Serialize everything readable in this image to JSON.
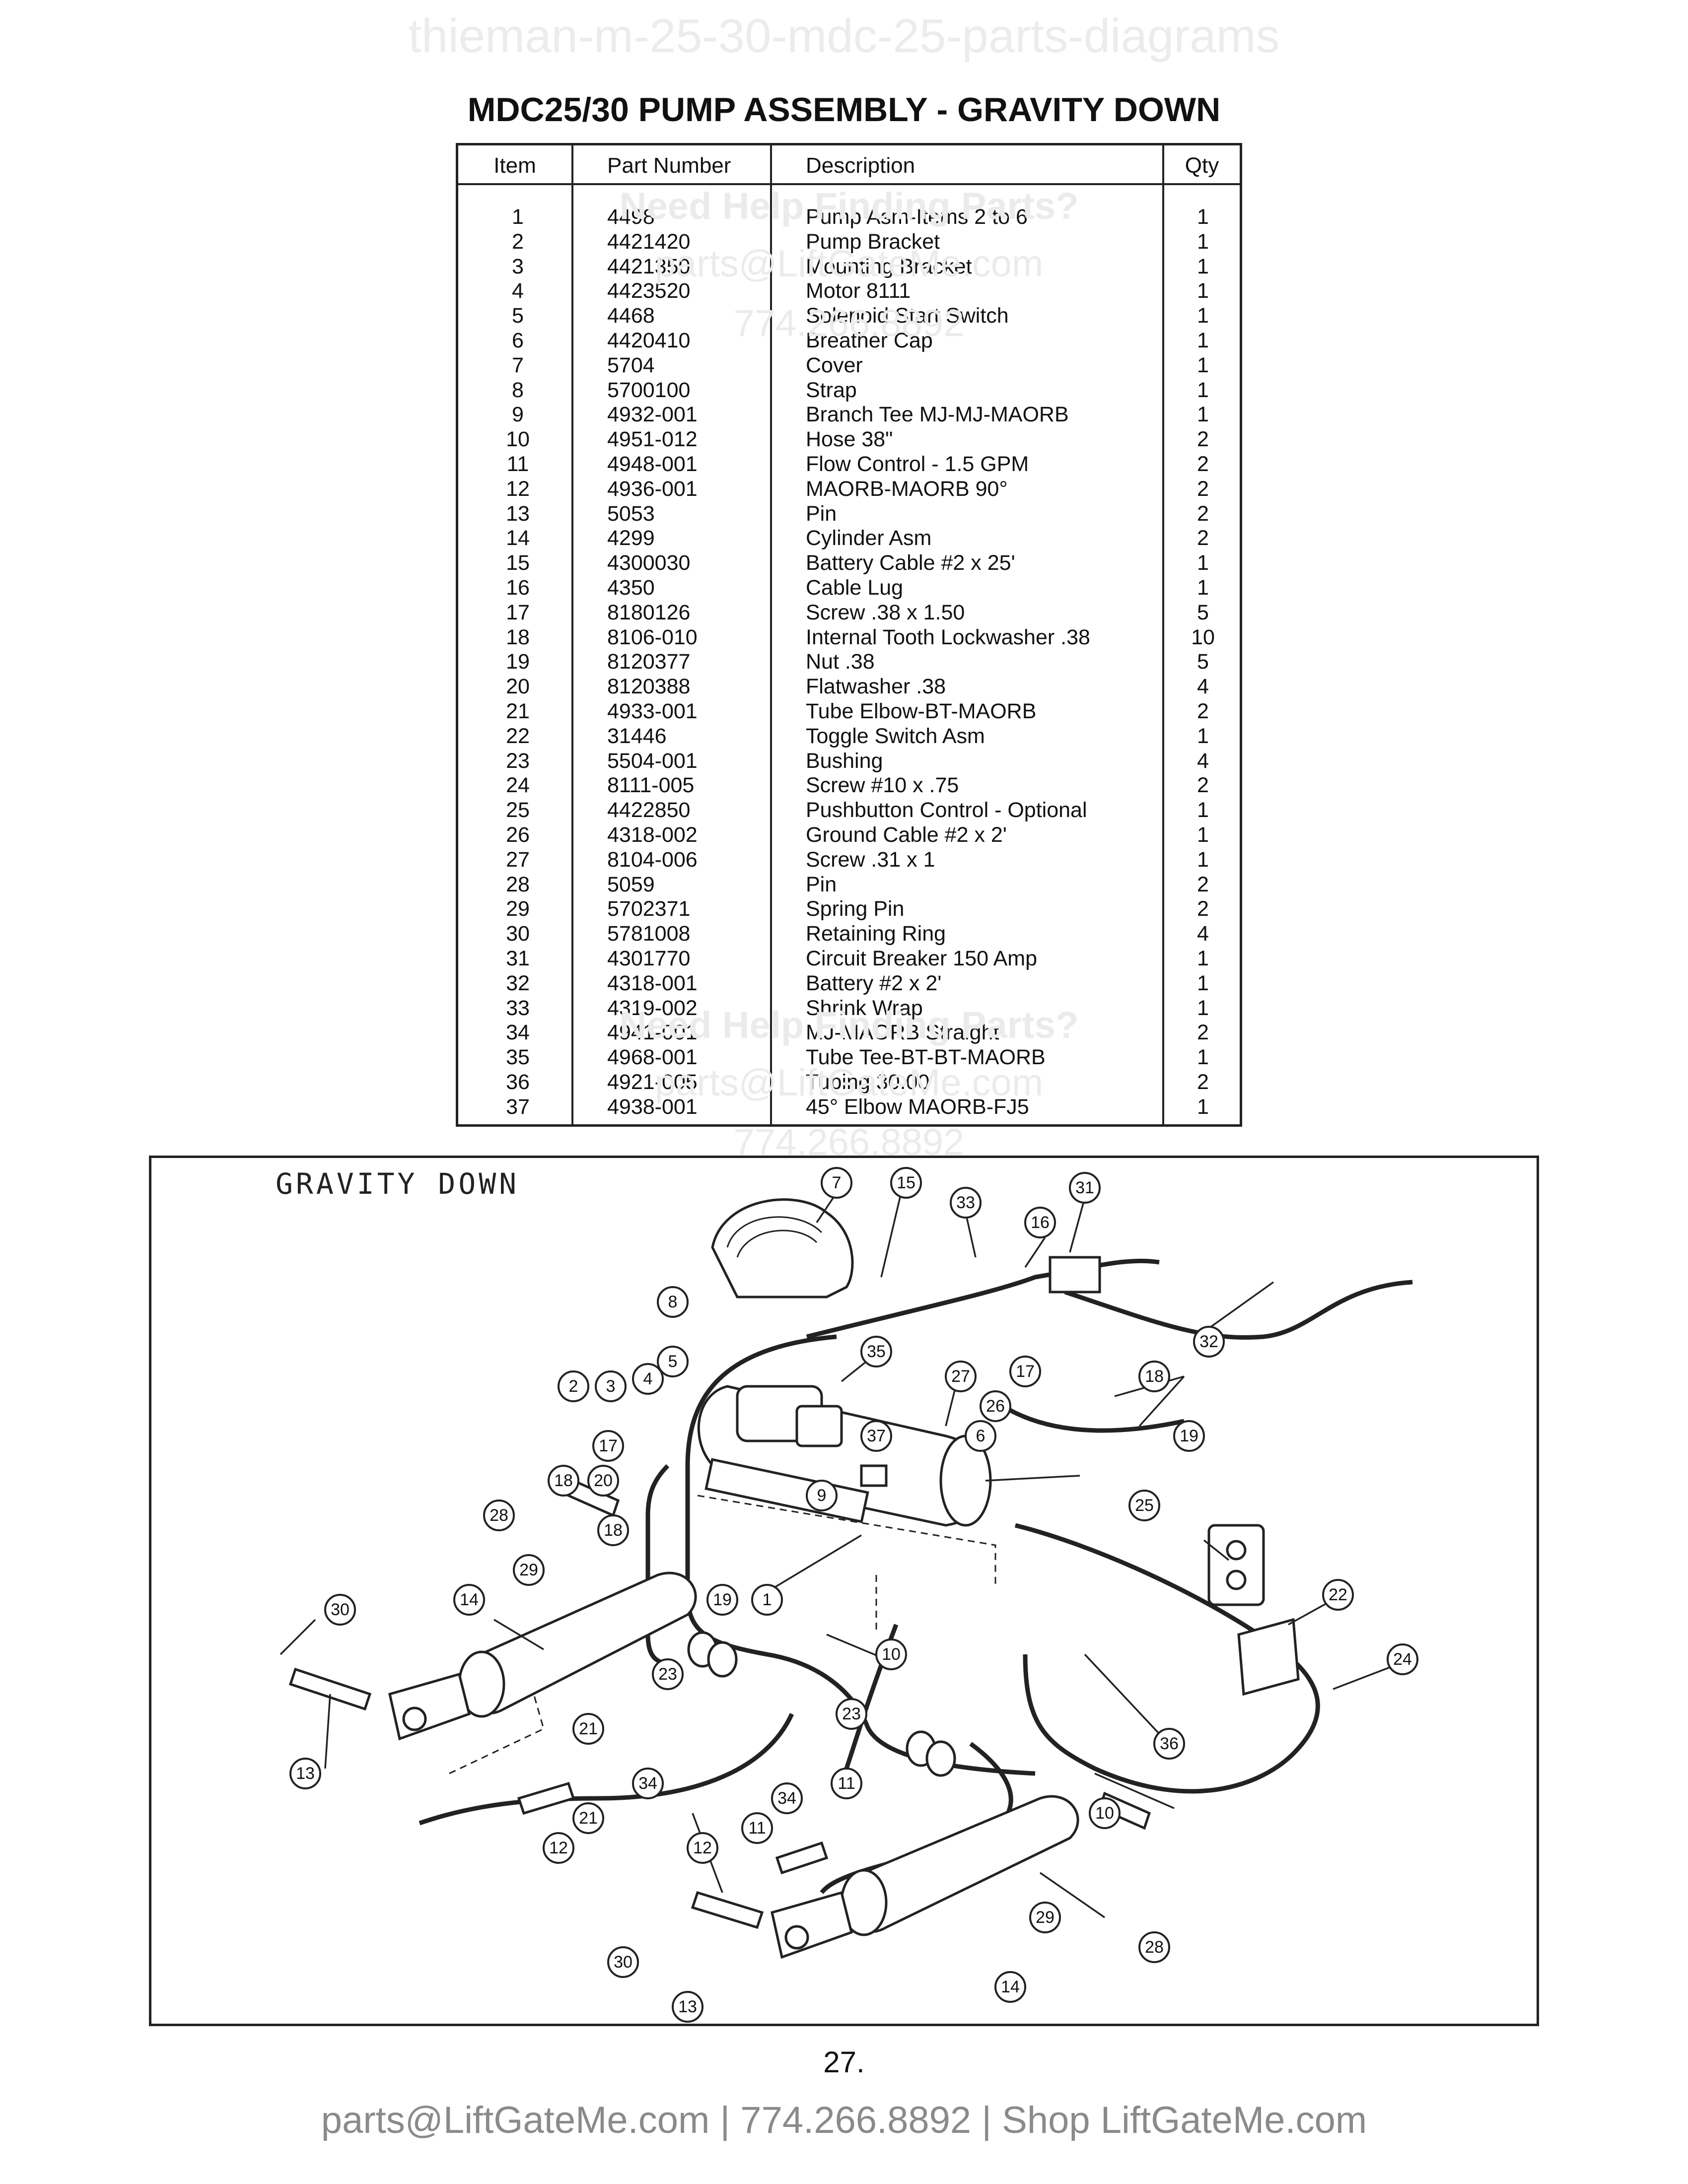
{
  "watermark_top": "thieman-m-25-30-mdc-25-parts-diagrams",
  "title": "MDC25/30 PUMP ASSEMBLY - GRAVITY DOWN",
  "table": {
    "headers": {
      "item": "Item",
      "part": "Part Number",
      "desc": "Description",
      "qty": "Qty"
    },
    "rows": [
      {
        "item": "1",
        "part": "4498",
        "desc": "Pump Asm-Items 2 to 6",
        "qty": "1"
      },
      {
        "item": "2",
        "part": "4421420",
        "desc": "Pump Bracket",
        "qty": "1"
      },
      {
        "item": "3",
        "part": "4421350",
        "desc": "Mounting Bracket",
        "qty": "1"
      },
      {
        "item": "4",
        "part": "4423520",
        "desc": "Motor 8111",
        "qty": "1"
      },
      {
        "item": "5",
        "part": "4468",
        "desc": "Solenoid Start Switch",
        "qty": "1"
      },
      {
        "item": "6",
        "part": "4420410",
        "desc": "Breather Cap",
        "qty": "1"
      },
      {
        "item": "7",
        "part": "5704",
        "desc": "Cover",
        "qty": "1"
      },
      {
        "item": "8",
        "part": "5700100",
        "desc": "Strap",
        "qty": "1"
      },
      {
        "item": "9",
        "part": "4932-001",
        "desc": "Branch Tee MJ-MJ-MAORB",
        "qty": "1"
      },
      {
        "item": "10",
        "part": "4951-012",
        "desc": "Hose 38\"",
        "qty": "2"
      },
      {
        "item": "11",
        "part": "4948-001",
        "desc": "Flow Control - 1.5 GPM",
        "qty": "2"
      },
      {
        "item": "12",
        "part": "4936-001",
        "desc": "MAORB-MAORB 90°",
        "qty": "2"
      },
      {
        "item": "13",
        "part": "5053",
        "desc": "Pin",
        "qty": "2"
      },
      {
        "item": "14",
        "part": "4299",
        "desc": "Cylinder Asm",
        "qty": "2"
      },
      {
        "item": "15",
        "part": "4300030",
        "desc": "Battery Cable #2 x 25'",
        "qty": "1"
      },
      {
        "item": "16",
        "part": "4350",
        "desc": "Cable Lug",
        "qty": "1"
      },
      {
        "item": "17",
        "part": "8180126",
        "desc": "Screw .38 x 1.50",
        "qty": "5"
      },
      {
        "item": "18",
        "part": "8106-010",
        "desc": "Internal Tooth Lockwasher .38",
        "qty": "10"
      },
      {
        "item": "19",
        "part": "8120377",
        "desc": "Nut .38",
        "qty": "5"
      },
      {
        "item": "20",
        "part": "8120388",
        "desc": "Flatwasher .38",
        "qty": "4"
      },
      {
        "item": "21",
        "part": "4933-001",
        "desc": "Tube Elbow-BT-MAORB",
        "qty": "2"
      },
      {
        "item": "22",
        "part": "31446",
        "desc": "Toggle Switch Asm",
        "qty": "1"
      },
      {
        "item": "23",
        "part": "5504-001",
        "desc": "Bushing",
        "qty": "4"
      },
      {
        "item": "24",
        "part": "8111-005",
        "desc": "Screw #10 x .75",
        "qty": "2"
      },
      {
        "item": "25",
        "part": "4422850",
        "desc": "Pushbutton Control - Optional",
        "qty": "1"
      },
      {
        "item": "26",
        "part": "4318-002",
        "desc": "Ground Cable #2 x 2'",
        "qty": "1"
      },
      {
        "item": "27",
        "part": "8104-006",
        "desc": "Screw .31 x 1",
        "qty": "1"
      },
      {
        "item": "28",
        "part": "5059",
        "desc": "Pin",
        "qty": "2"
      },
      {
        "item": "29",
        "part": "5702371",
        "desc": "Spring Pin",
        "qty": "2"
      },
      {
        "item": "30",
        "part": "5781008",
        "desc": "Retaining Ring",
        "qty": "4"
      },
      {
        "item": "31",
        "part": "4301770",
        "desc": "Circuit Breaker 150 Amp",
        "qty": "1"
      },
      {
        "item": "32",
        "part": "4318-001",
        "desc": "Battery #2 x 2'",
        "qty": "1"
      },
      {
        "item": "33",
        "part": "4319-002",
        "desc": "Shrink Wrap",
        "qty": "1"
      },
      {
        "item": "34",
        "part": "4941-001",
        "desc": "MJ-MAORB Straight",
        "qty": "2"
      },
      {
        "item": "35",
        "part": "4968-001",
        "desc": "Tube Tee-BT-BT-MAORB",
        "qty": "1"
      },
      {
        "item": "36",
        "part": "4921-005",
        "desc": "Tubing 30.00",
        "qty": "2"
      },
      {
        "item": "37",
        "part": "4938-001",
        "desc": "45° Elbow MAORB-FJ5",
        "qty": "1"
      }
    ]
  },
  "watermark_mid": {
    "line1": "Need Help Finding Parts?",
    "line2": "parts@LiftGateMe.com",
    "line3": "774.266.8892"
  },
  "diagram": {
    "title": "GRAVITY DOWN",
    "callouts": [
      "7",
      "15",
      "33",
      "16",
      "31",
      "8",
      "32",
      "5",
      "35",
      "27",
      "17",
      "2",
      "3",
      "4",
      "26",
      "18",
      "37",
      "6",
      "17",
      "19",
      "18",
      "20",
      "9",
      "25",
      "28",
      "18",
      "29",
      "19",
      "30",
      "14",
      "1",
      "10",
      "22",
      "24",
      "23",
      "21",
      "36",
      "13",
      "34",
      "23",
      "12",
      "11",
      "21",
      "10",
      "34",
      "11",
      "12",
      "29",
      "28",
      "30",
      "13",
      "14"
    ]
  },
  "page_number": "27.",
  "footer": "parts@LiftGateMe.com | 774.266.8892 | Shop LiftGateMe.com"
}
